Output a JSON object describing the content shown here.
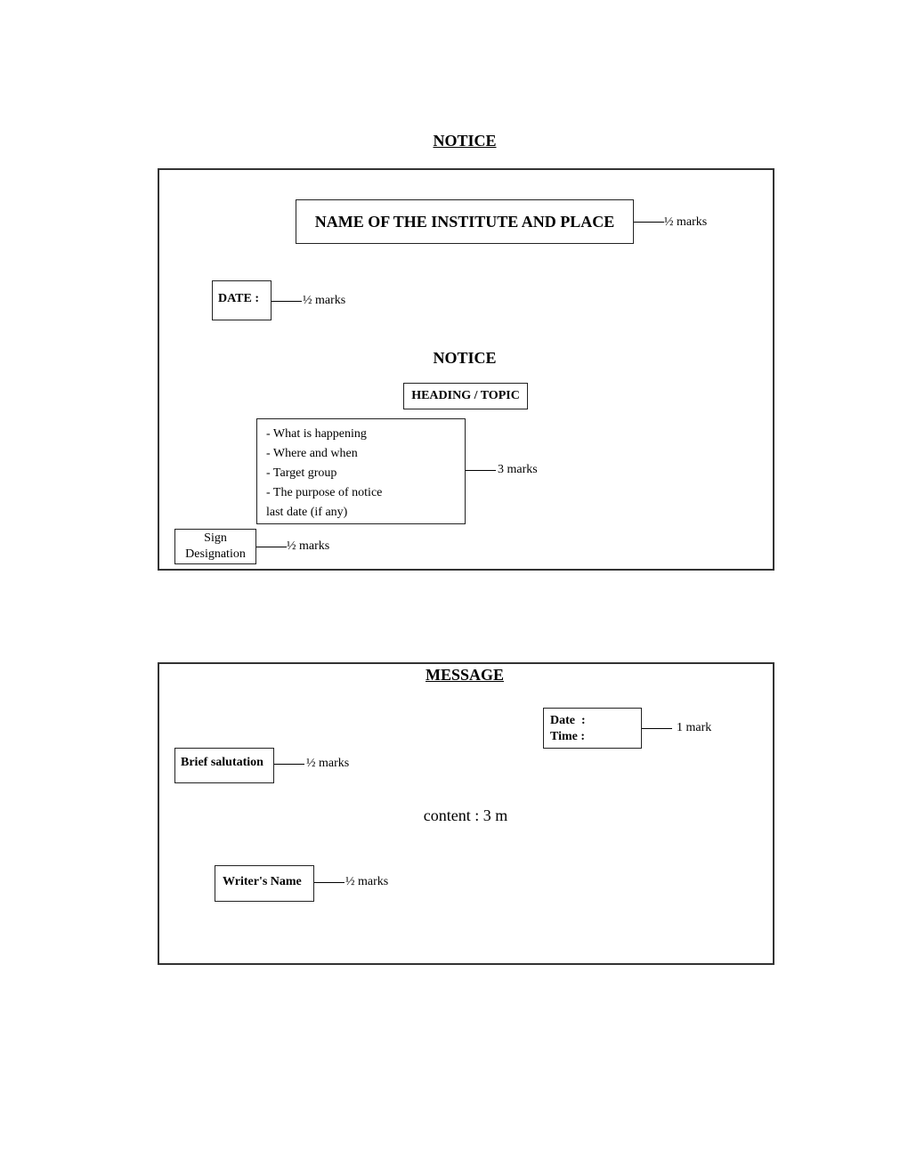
{
  "notice": {
    "page_title": "NOTICE",
    "institute_box": "NAME OF THE INSTITUTE AND PLACE",
    "institute_marks": "½ marks",
    "date_box": "DATE :",
    "date_marks": "½ marks",
    "heading_notice": "NOTICE",
    "heading_topic_box": "HEADING / TOPIC",
    "content_lines": [
      "- What is happening",
      "- Where and when",
      "- Target group",
      "- The purpose of notice",
      "last date (if any)"
    ],
    "content_marks": "3 marks",
    "sign_lines": [
      "Sign",
      "Designation"
    ],
    "sign_marks": "½ marks"
  },
  "message": {
    "title": "MESSAGE",
    "date_label": "Date  :",
    "time_label": "Time :",
    "datetime_marks": "1 mark",
    "salutation_box": "Brief salutation",
    "salutation_marks": "½ marks",
    "content_text": "content : 3 m",
    "writer_box": "Writer's Name",
    "writer_marks": "½ marks"
  }
}
